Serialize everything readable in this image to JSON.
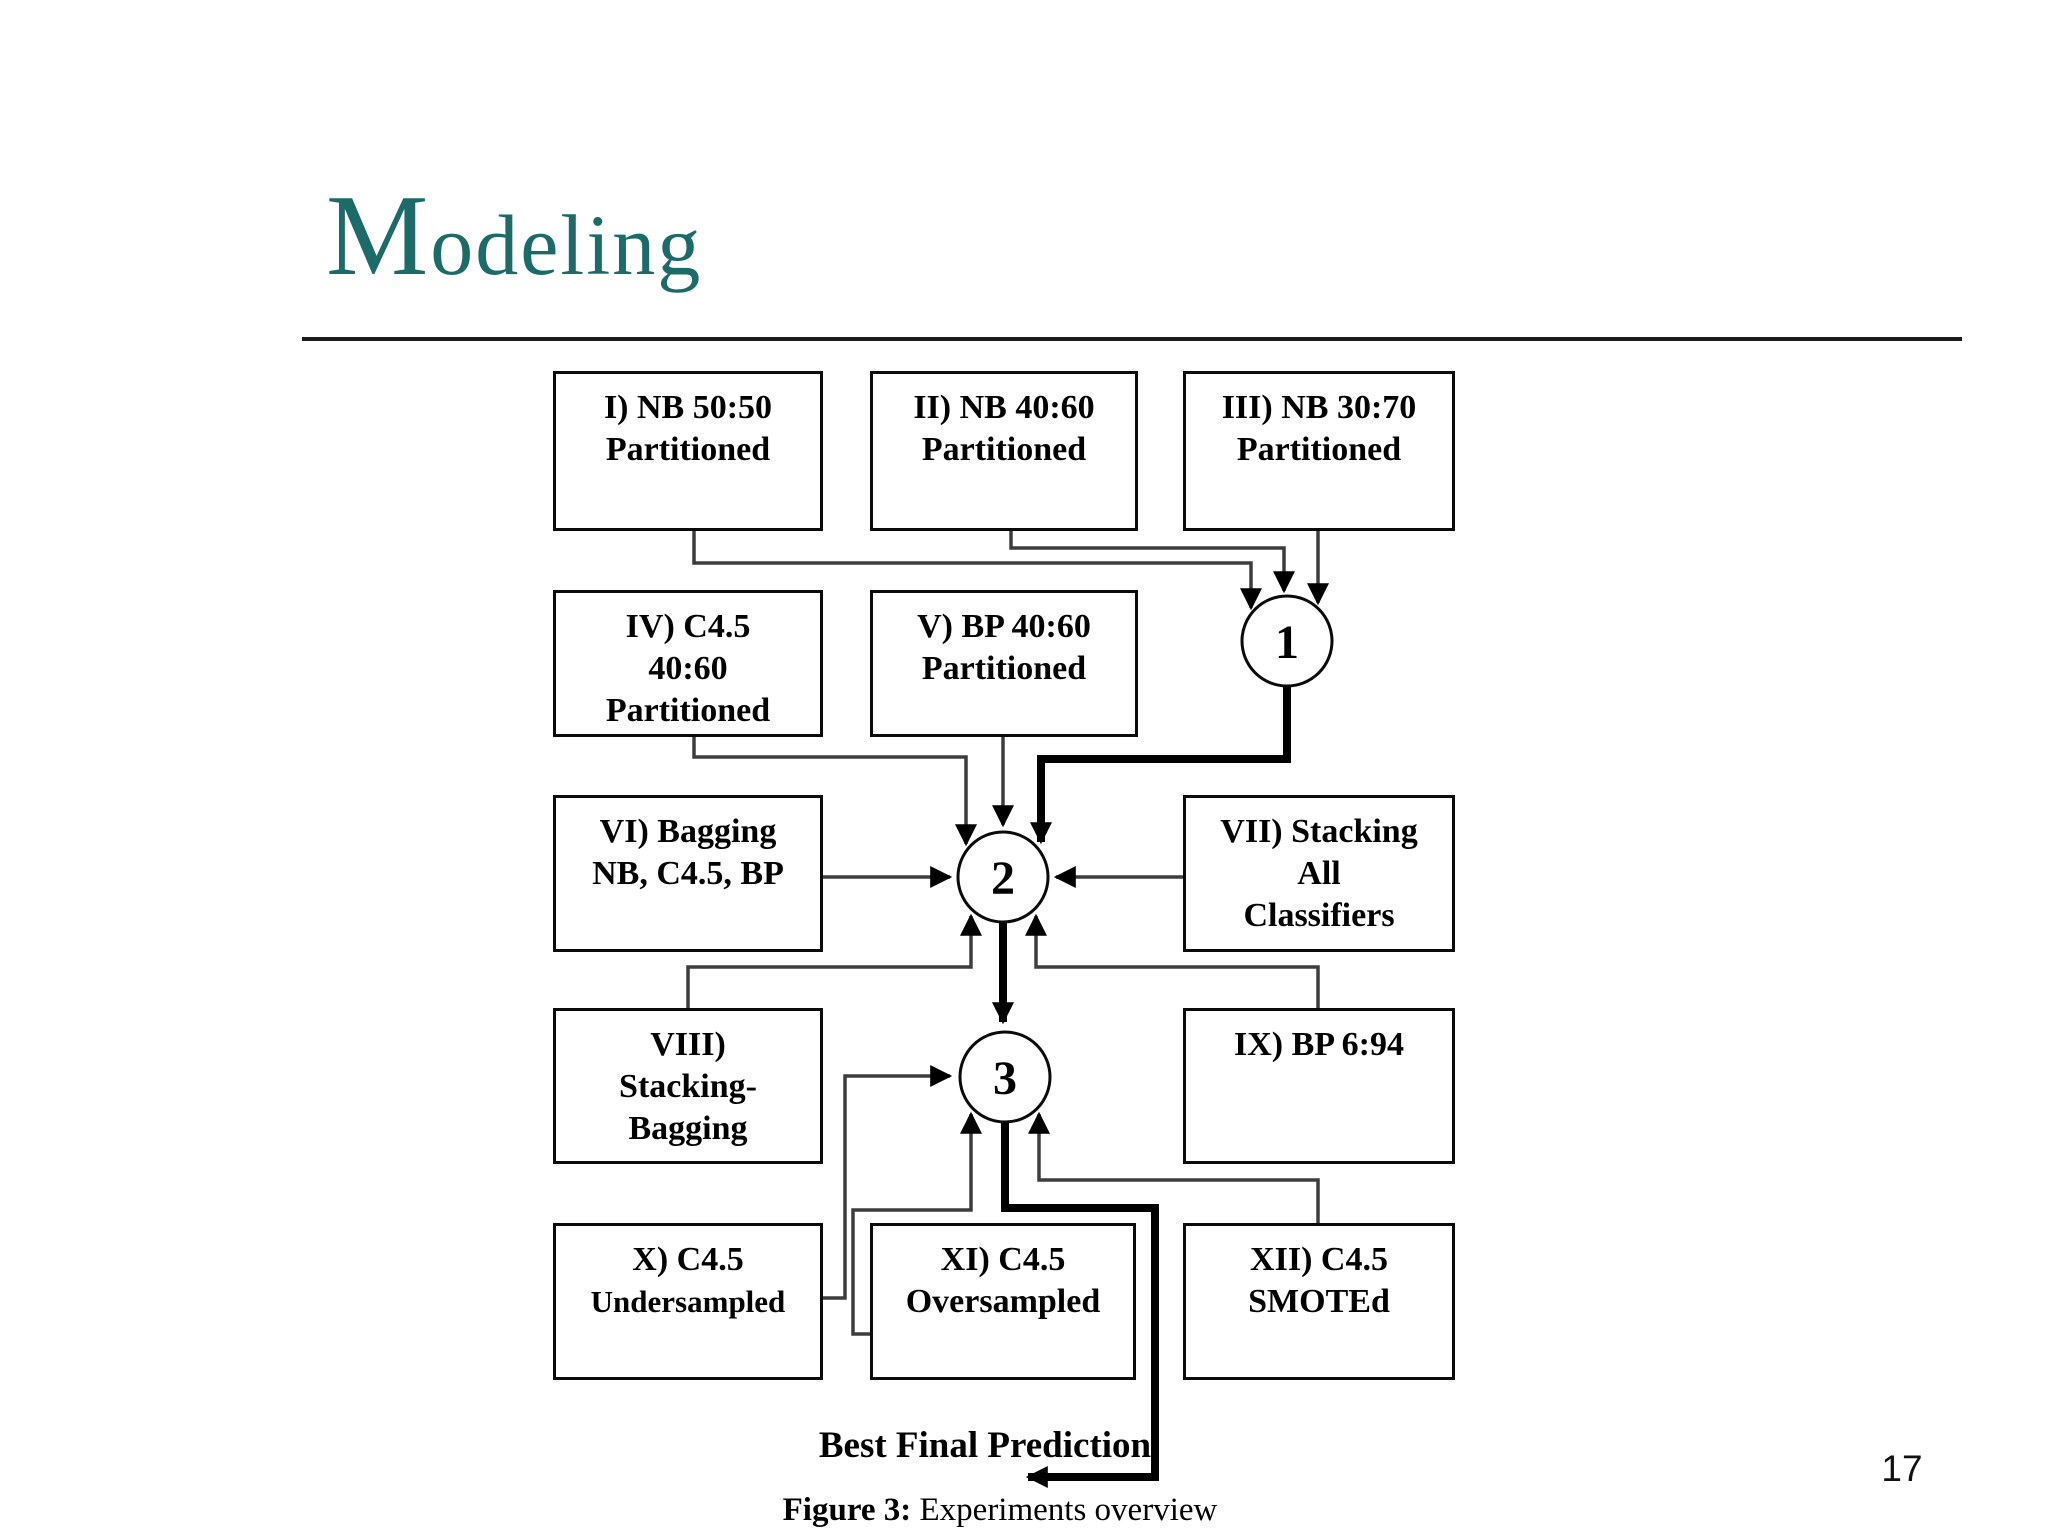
{
  "slide": {
    "title": "Modeling",
    "page_number": "17"
  },
  "colors": {
    "title_teal": "#1c6b68",
    "line_black": "#000000",
    "line_grey": "#3d3d3d"
  },
  "diagram": {
    "boxes": [
      {
        "id": "I",
        "lines": [
          "I) NB 50:50",
          "Partitioned"
        ]
      },
      {
        "id": "II",
        "lines": [
          "II) NB 40:60",
          "Partitioned"
        ]
      },
      {
        "id": "III",
        "lines": [
          "III) NB 30:70",
          "Partitioned"
        ]
      },
      {
        "id": "IV",
        "lines": [
          "IV) C4.5",
          "40:60",
          "Partitioned"
        ]
      },
      {
        "id": "V",
        "lines": [
          "V) BP 40:60",
          "Partitioned"
        ]
      },
      {
        "id": "VI",
        "lines": [
          "VI) Bagging",
          "NB, C4.5, BP"
        ]
      },
      {
        "id": "VII",
        "lines": [
          "VII) Stacking",
          "All",
          "Classifiers"
        ]
      },
      {
        "id": "VIII",
        "lines": [
          "VIII)",
          "Stacking-",
          "Bagging"
        ]
      },
      {
        "id": "IX",
        "lines": [
          "IX) BP 6:94"
        ]
      },
      {
        "id": "X",
        "lines": [
          "X) C4.5",
          "Undersampled"
        ]
      },
      {
        "id": "XI",
        "lines": [
          "XI) C4.5",
          "Oversampled"
        ]
      },
      {
        "id": "XII",
        "lines": [
          "XII) C4.5",
          "SMOTEd"
        ]
      }
    ],
    "circles": [
      {
        "id": "1",
        "label": "1"
      },
      {
        "id": "2",
        "label": "2"
      },
      {
        "id": "3",
        "label": "3"
      }
    ],
    "connections": [
      {
        "from": "I",
        "to": "1"
      },
      {
        "from": "II",
        "to": "1"
      },
      {
        "from": "III",
        "to": "1"
      },
      {
        "from": "IV",
        "to": "2"
      },
      {
        "from": "V",
        "to": "2"
      },
      {
        "from": "1",
        "to": "2",
        "emphasis": "thick"
      },
      {
        "from": "VI",
        "to": "2"
      },
      {
        "from": "VII",
        "to": "2"
      },
      {
        "from": "VIII",
        "to": "2"
      },
      {
        "from": "IX",
        "to": "2"
      },
      {
        "from": "2",
        "to": "3",
        "emphasis": "thick"
      },
      {
        "from": "X",
        "to": "3"
      },
      {
        "from": "XI",
        "to": "3"
      },
      {
        "from": "XII",
        "to": "3"
      },
      {
        "from": "3",
        "to": "Best Final Prediction",
        "emphasis": "thick"
      }
    ],
    "best_final_label": "Best Final Prediction",
    "caption": {
      "label": "Figure 3:",
      "text": " Experiments overview"
    }
  }
}
